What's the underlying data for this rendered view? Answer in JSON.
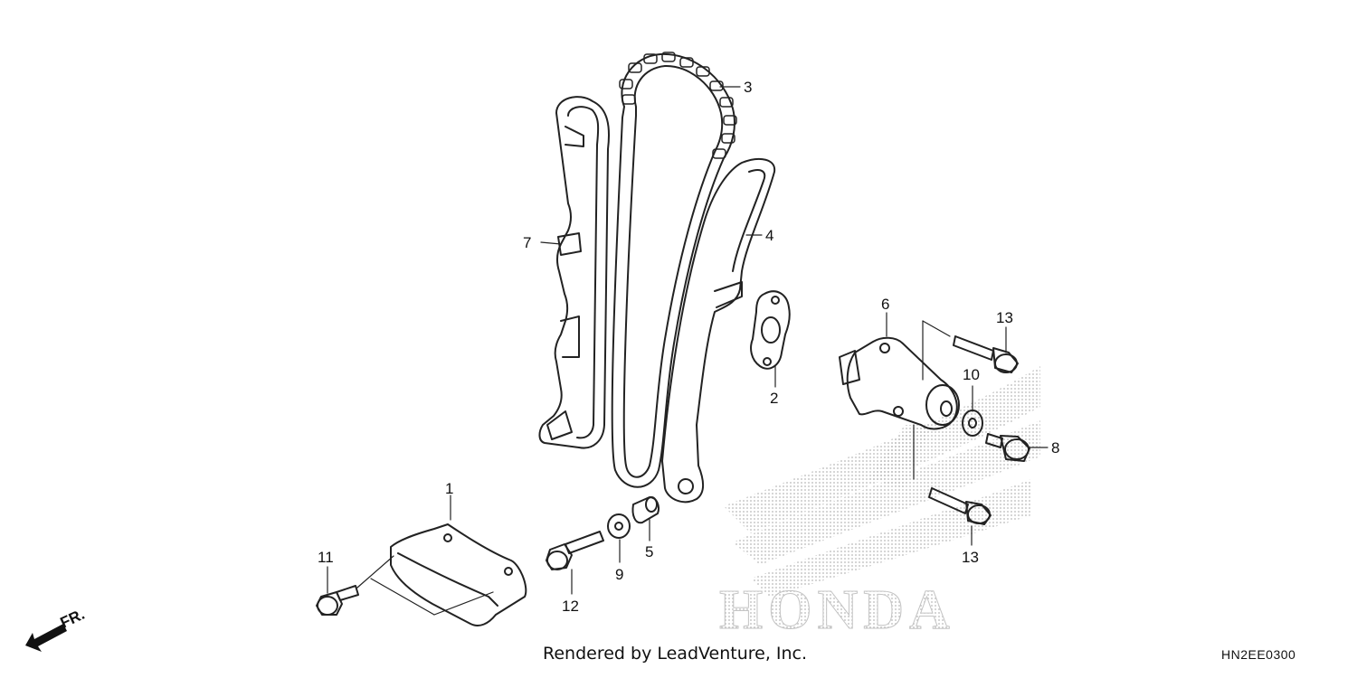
{
  "direction_label": "FR.",
  "credit": "Rendered by LeadVenture, Inc.",
  "diagram_code": "HN2EE0300",
  "watermark": "HONDA",
  "callouts": {
    "c1": "1",
    "c2": "2",
    "c3": "3",
    "c4": "4",
    "c5": "5",
    "c6": "6",
    "c7": "7",
    "c8": "8",
    "c9": "9",
    "c10": "10",
    "c11": "11",
    "c12": "12",
    "c13a": "13",
    "c13b": "13"
  },
  "colors": {
    "line": "#222222",
    "watermark": "#c8c8c8"
  }
}
